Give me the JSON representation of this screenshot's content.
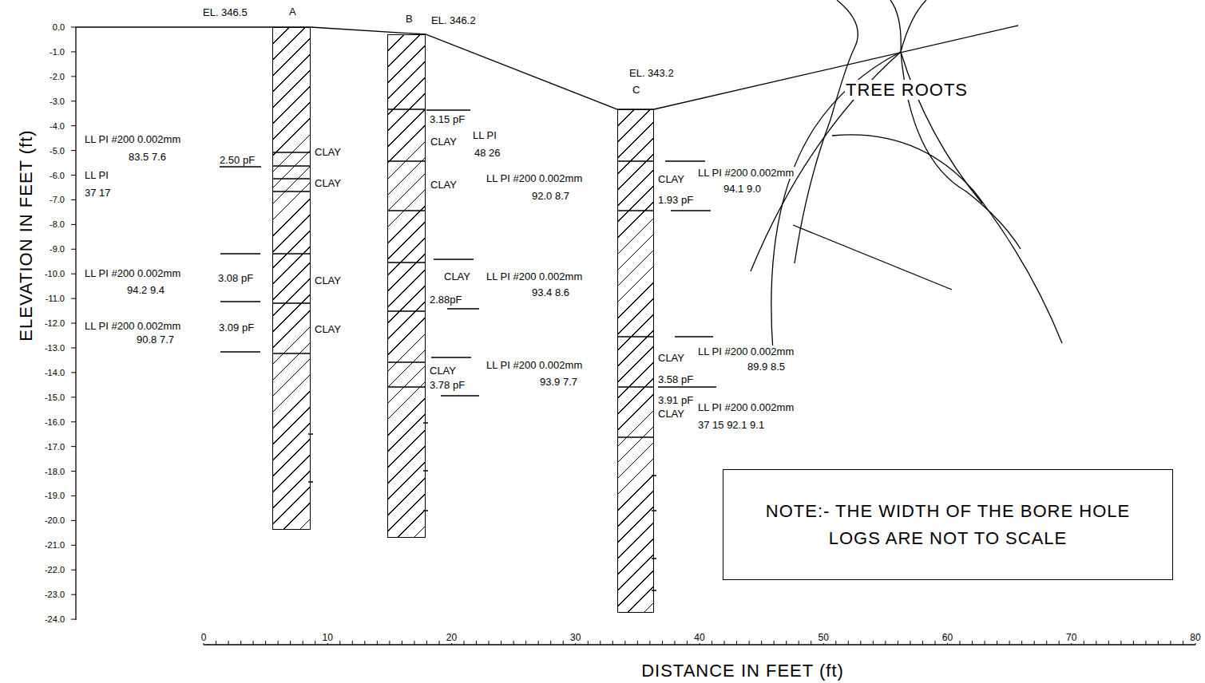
{
  "diagram": {
    "nodes": [
      {
        "text": [
          "EL. 346.5",
          "A"
        ]
      },
      {
        "text": [
          "B",
          "EL. 346.2"
        ]
      },
      {
        "text": [
          "EL. 343.2",
          "C"
        ]
      },
      {
        "text": [
          "NOTE:- THE WIDTH OF THE BORE HOLE LOGS ARE NOT TO SCALE"
        ]
      }
    ],
    "labels": [
      "0.0",
      "-1.0",
      "-2.0",
      "-3.0",
      "-4.0",
      "-5.0",
      "-6.0",
      "-7.0",
      "-8.0",
      "-9.0",
      "-10.0",
      "-11.0",
      "-12.0",
      "-13.0",
      "-14.0",
      "-15.0",
      "-16.0",
      "-17.0",
      "-18.0",
      "-19.0",
      "-20.0",
      "-21.0",
      "-22.0",
      "-23.0",
      "-24.0",
      "0",
      "10",
      "20",
      "30",
      "40",
      "50",
      "60",
      "70",
      "80",
      "ELEVATION IN FEET (ft)",
      "DISTANCE IN FEET (ft)",
      "TREE ROOTS",
      "LL PI #200 0.002mm",
      "83.5 7.6",
      "LL PI",
      "37 17",
      "LL PI #200 0.002mm",
      "94.2 9.4",
      "LL PI #200 0.002mm",
      "90.8 7.7",
      "2.50 pF",
      "3.08 pF",
      "3.09 pF",
      "CLAY",
      "CLAY",
      "CLAY",
      "CLAY",
      "3.15 pF",
      "CLAY",
      "LL PI",
      "48 26",
      "CLAY",
      "LL PI #200 0.002mm",
      "92.0 8.7",
      "CLAY",
      "LL PI #200 0.002mm",
      "93.4 8.6",
      "2.88pF",
      "CLAY",
      "3.78 pF",
      "LL PI #200 0.002mm",
      "93.9 7.7",
      "CLAY",
      "LL PI #200 0.002mm",
      "94.1 9.0",
      "1.93 pF",
      "CLAY",
      "LL PI #200 0.002mm",
      "89.9 8.5",
      "3.58 pF",
      "3.91 pF",
      "CLAY",
      "LL PI #200 0.002mm",
      "37 15 92.1 9.1"
    ]
  }
}
